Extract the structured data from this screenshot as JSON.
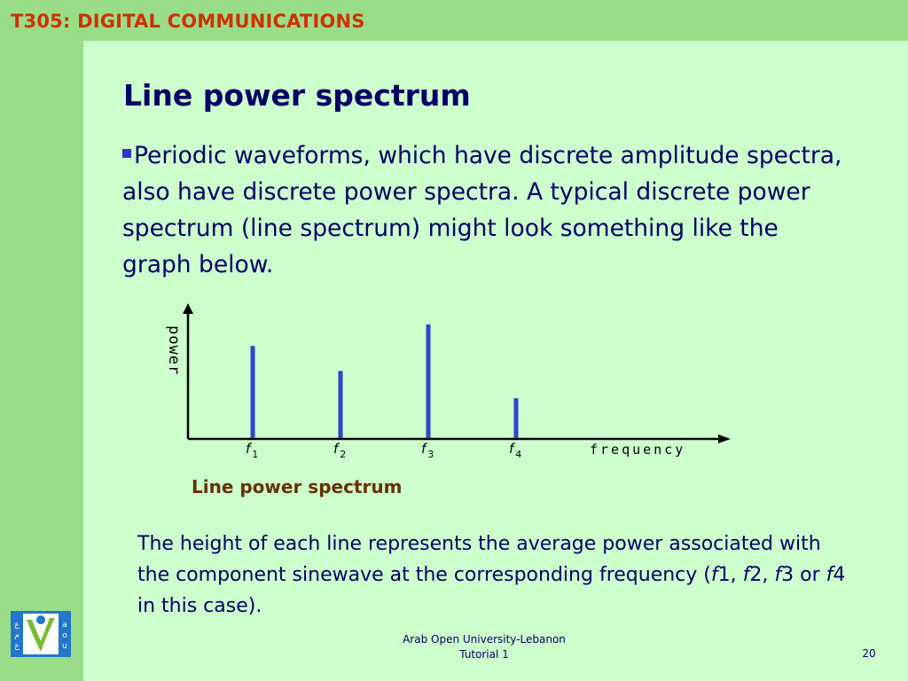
{
  "header": {
    "course_title": "T305: DIGITAL COMMUNICATIONS"
  },
  "slide": {
    "title": "Line power spectrum",
    "bullet_text": "Periodic waveforms, which have discrete amplitude spectra, also have discrete power spectra. A typical discrete power spectrum (line spectrum) might look something like the graph below.",
    "figure_caption": "Line power spectrum",
    "explanation": {
      "before": "The height of each line represents the average power associated with the component sinewave at the corresponding frequency (",
      "f1_italic": "f",
      "f1_num": "1",
      "sep1": ", ",
      "f2_italic": "f",
      "f2_num": "2",
      "sep2": ", ",
      "f3_italic": "f",
      "f3_num": "3",
      "sep3": " or ",
      "f4_italic": "f",
      "f4_num": "4",
      "after": " in this case)."
    }
  },
  "chart_data": {
    "type": "bar",
    "xlabel": "frequency",
    "ylabel": "power",
    "categories": [
      {
        "letter": "f",
        "sub": "1"
      },
      {
        "letter": "f",
        "sub": "2"
      },
      {
        "letter": "f",
        "sub": "3"
      },
      {
        "letter": "f",
        "sub": "4"
      }
    ],
    "values": [
      0.81,
      0.59,
      1.0,
      0.35
    ],
    "ylim": [
      0,
      1.1
    ],
    "bar_color": "#3344cc",
    "grid": false
  },
  "footer": {
    "institution": "Arab Open University-Lebanon",
    "subtitle": "Tutorial 1",
    "page_number": "20"
  },
  "colors": {
    "background": "#ccffcc",
    "bar_green": "#99dd88",
    "header_text": "#cc3300",
    "body_text": "#000066",
    "caption_text": "#663300"
  },
  "logo": {
    "icon": "university-logo-icon"
  }
}
